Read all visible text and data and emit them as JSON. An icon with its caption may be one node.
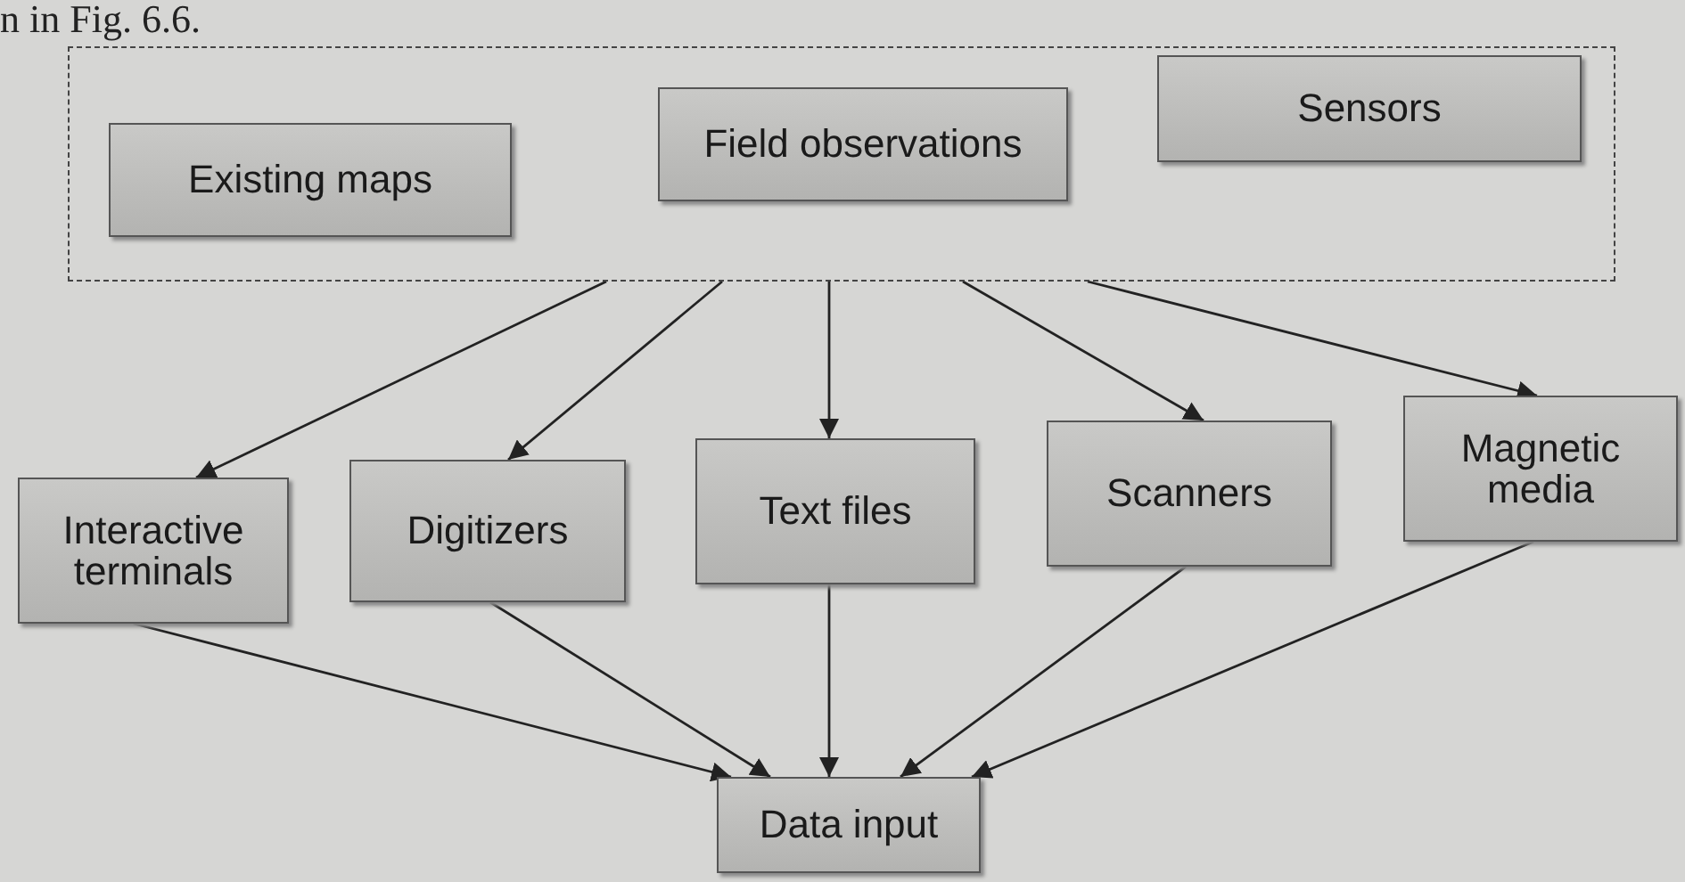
{
  "diagram": {
    "nodes": [
      {
        "text": [],
        "shape": "box"
      },
      {
        "text": [
          "Existing maps"
        ],
        "in": 0
      },
      {
        "text": [
          "Field observations"
        ],
        "in": 0
      },
      {
        "text": [
          "Sensors"
        ],
        "in": 0
      },
      {
        "text": [
          "Interactive terminals"
        ]
      },
      {
        "text": [
          "Digitizers"
        ]
      },
      {
        "text": [
          "Text files"
        ]
      },
      {
        "text": [
          "Scanners"
        ]
      },
      {
        "text": [
          "Magnetic media"
        ]
      },
      {
        "text": [
          "Data input"
        ]
      }
    ],
    "edges": [
      {
        "from": 0,
        "to": 4,
        "arrow": "to"
      },
      {
        "from": 0,
        "to": 5,
        "arrow": "to"
      },
      {
        "from": 0,
        "to": 6,
        "arrow": "to"
      },
      {
        "from": 0,
        "to": 7,
        "arrow": "to"
      },
      {
        "from": 0,
        "to": 8,
        "arrow": "to"
      },
      {
        "from": 4,
        "to": 9,
        "arrow": "to"
      },
      {
        "from": 5,
        "to": 9,
        "arrow": "to"
      },
      {
        "from": 6,
        "to": 9,
        "arrow": "to"
      },
      {
        "from": 7,
        "to": 9,
        "arrow": "to"
      },
      {
        "from": 8,
        "to": 9,
        "arrow": "to"
      }
    ],
    "labels": [
      "n in Fig. 6.6."
    ]
  }
}
